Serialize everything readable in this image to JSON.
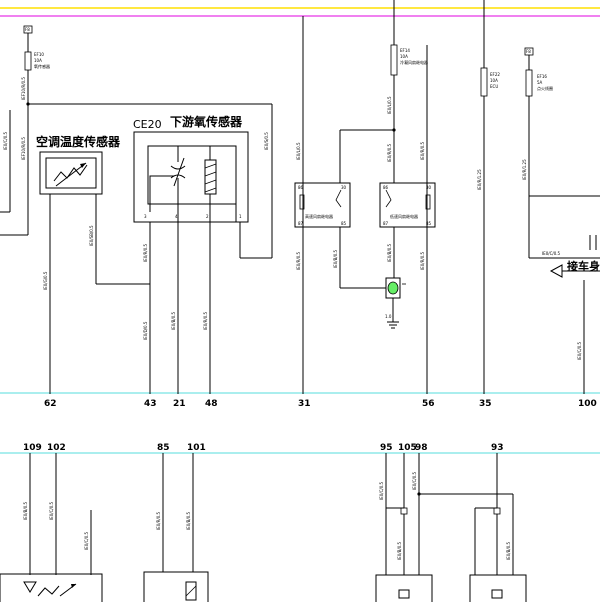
{
  "components": {
    "ac_temp_sensor": "空调温度传感器",
    "ce20_code": "CE20",
    "ce20_name": "下游氧传感器",
    "connector_label": "接车身"
  },
  "fuses": {
    "f_left": {
      "tag": "F8",
      "id": "EF10",
      "rating": "10A",
      "desc": "氧传感器"
    },
    "f_center": {
      "id": "EF14",
      "rating": "10A",
      "desc": "冷凝风扇继电器"
    },
    "f_right_a": {
      "id": "EF22",
      "rating": "10A",
      "desc": "ECU"
    },
    "f_right_b": {
      "tag": "F8",
      "id": "EF16",
      "rating": "5A",
      "desc": "点火线圈"
    }
  },
  "relays": {
    "left": {
      "name": "高速风扇继电器",
      "pins": [
        "86",
        "30",
        "87",
        "85"
      ]
    },
    "right": {
      "name": "低速风扇继电器",
      "pins": [
        "86",
        "30",
        "87",
        "85"
      ]
    }
  },
  "sensor_pins": [
    "3",
    "4",
    "2",
    "1"
  ],
  "ground_label": "1.0",
  "wire_codes": {
    "w1": "IEF10/R/0.5",
    "w2": "IEF10/R/0.5",
    "w3": "IE0/C/0.5",
    "w4": "IE0/S/0.5",
    "w5": "IE0/G/0.5",
    "w6": "IE0/SB/0.5",
    "w7": "IE0/R/0.5",
    "w8": "IE0/D/0.5",
    "w9": "IE0/B/0.5",
    "w10": "IE0/R/0.5",
    "w11": "IE0/L/0.5",
    "w12": "IE0/R/0.5",
    "w13": "IE0/L/0.5",
    "w14": "IE0/R/0.5",
    "w15": "IE0/B/0.5",
    "w16": "IE0/B/0.5",
    "w17": "IE0/R/0.5",
    "w18": "IE0/R/0.5",
    "w19": "IE0/R/1.25",
    "w20": "IE0/R/1.25",
    "w21": "IE0/C/0.5",
    "w22": "IE0/C/0.5",
    "w23": "IE0/B/0.5",
    "w24": "IE0/C/0.5",
    "w25": "IE0/C/0.5",
    "w26": "IE0/R/0.5",
    "w27": "IE0/B/0.5",
    "w28": "IE0/C/0.5",
    "w29": "IE0/C/0.5",
    "w30": "IE0/B/0.5",
    "w31": "IE0/B/0.5"
  },
  "bus_top": {
    "numbers": [
      "62",
      "43",
      "21",
      "48",
      "31",
      "56",
      "35",
      "100"
    ]
  },
  "bus_bottom": {
    "numbers": [
      "109",
      "102",
      "85",
      "101",
      "95",
      "105",
      "98",
      "93"
    ]
  },
  "colors": {
    "power_line": "#ffe000",
    "pink_line": "#e000e0",
    "bus_line": "#55dddd",
    "wire": "#000000"
  }
}
